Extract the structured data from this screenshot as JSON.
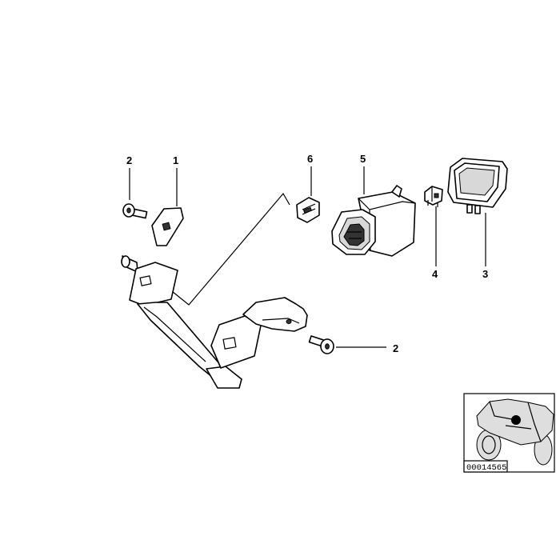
{
  "diagram": {
    "callouts": {
      "c2_top": "2",
      "c1": "1",
      "c6": "6",
      "c5": "5",
      "c4": "4",
      "c3": "3",
      "c2_right": "2"
    },
    "thumbnail": {
      "code": "00014565"
    }
  }
}
